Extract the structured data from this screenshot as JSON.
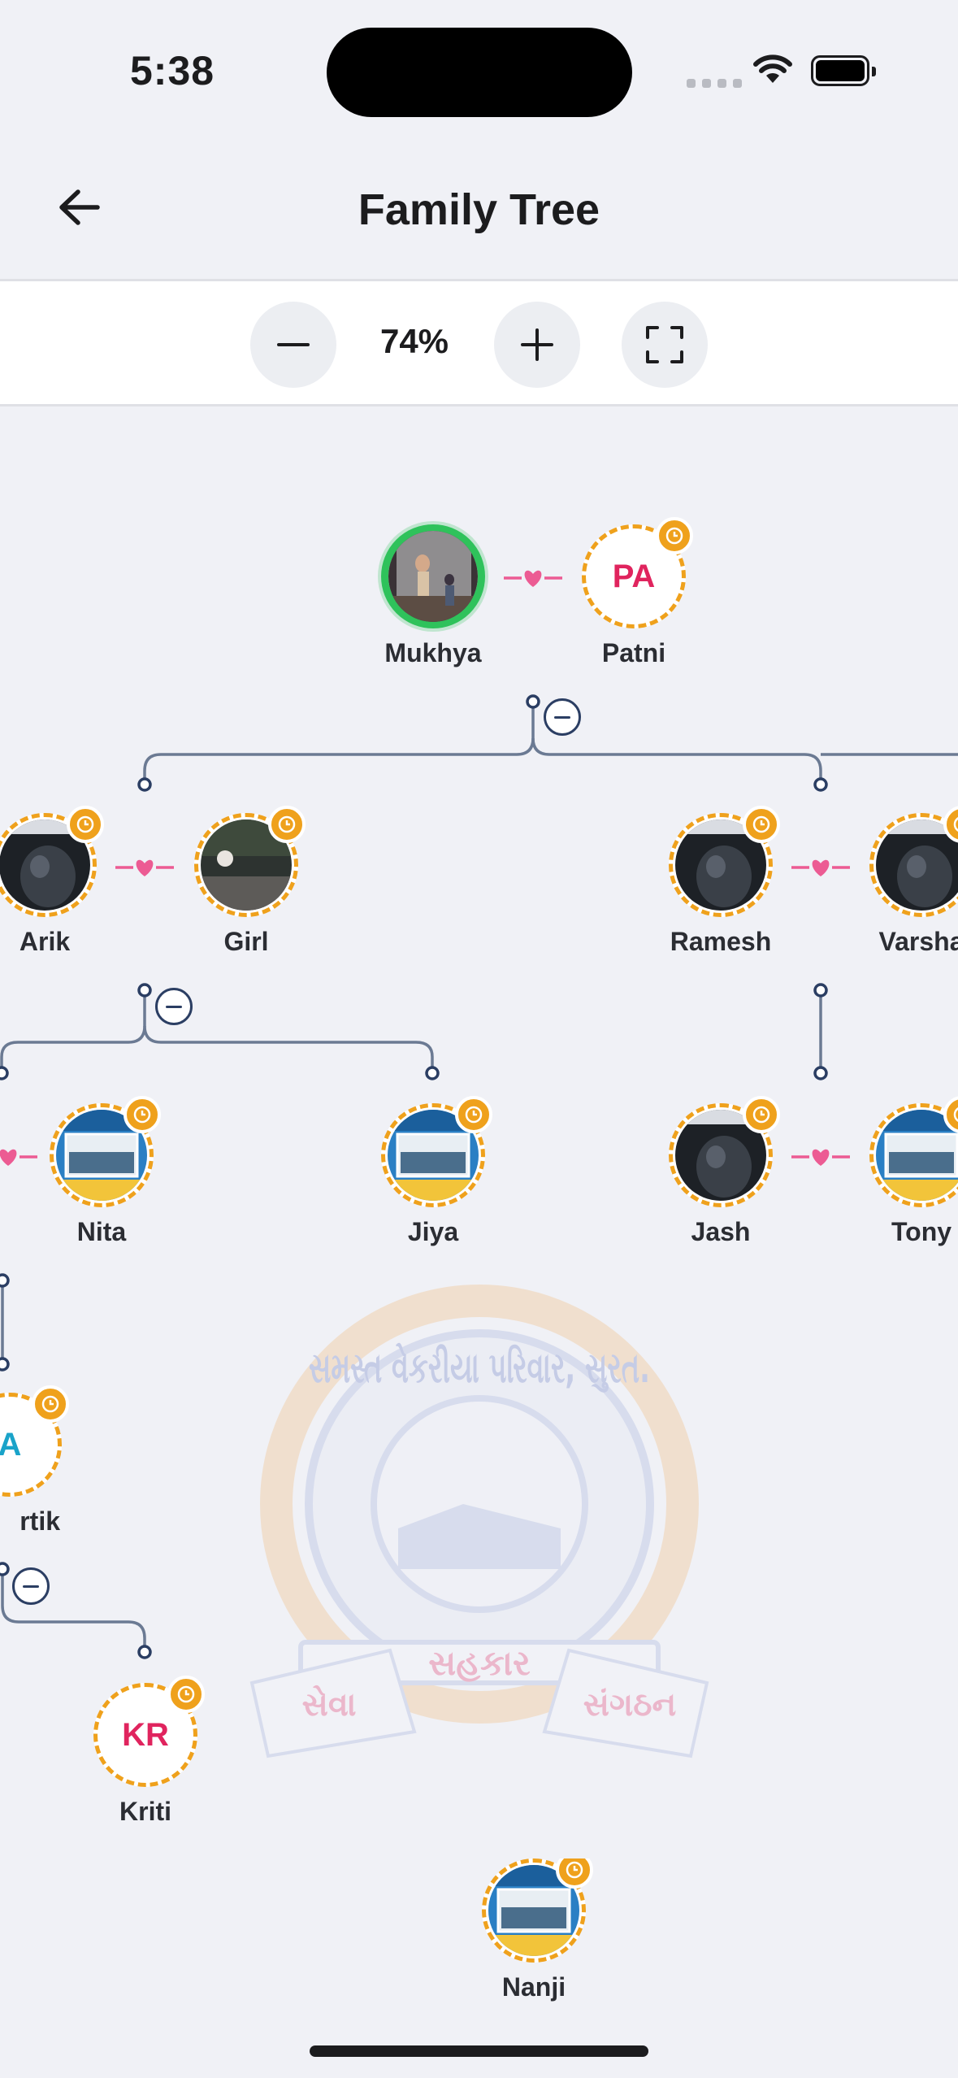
{
  "status": {
    "time": "5:38"
  },
  "header": {
    "title": "Family Tree"
  },
  "toolbar": {
    "zoom": "74%"
  },
  "watermark": {
    "line1": "સમસ્ત વેકરીયા પરિવાર, સુરત.",
    "center": "સહકાર",
    "left": "સેવા",
    "right": "સંગઠન"
  },
  "nodes": {
    "mukhya": {
      "name": "Mukhya",
      "type": "photo",
      "verified": true
    },
    "patni": {
      "name": "Patni",
      "initials": "PA",
      "initials_color": "#e0245e"
    },
    "arik": {
      "name": "Arik"
    },
    "girl": {
      "name": "Girl"
    },
    "ramesh": {
      "name": "Ramesh"
    },
    "varsha": {
      "name": "Varsha"
    },
    "nita": {
      "name": "Nita"
    },
    "jiya": {
      "name": "Jiya"
    },
    "jash": {
      "name": "Jash"
    },
    "tony": {
      "name": "Tony"
    },
    "kartik": {
      "name": "rtik",
      "initials": "A",
      "initials_color": "#1aa3c9"
    },
    "kriti": {
      "name": "Kriti",
      "initials": "KR",
      "initials_color": "#e0245e"
    },
    "nanji": {
      "name": "Nanji"
    }
  },
  "colors": {
    "pending": "#efa11c",
    "verified": "#2fc25b",
    "heart": "#ec5b93",
    "connector": "#6b7a93"
  }
}
